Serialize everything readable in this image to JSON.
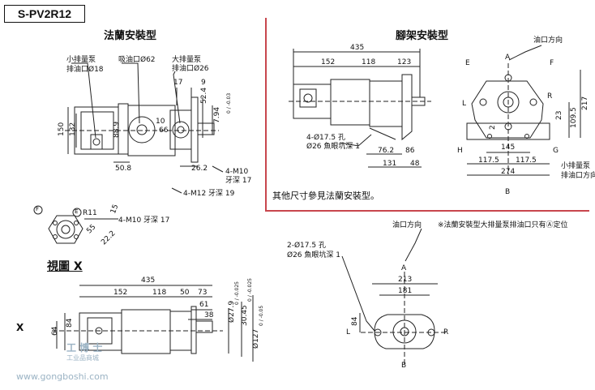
{
  "header": {
    "model": "S-PV2R12"
  },
  "flange": {
    "title": "法蘭安裝型",
    "small_pump_label": [
      "小排量泵",
      "排油口Ø18"
    ],
    "suction_label": "吸油口Ø62",
    "large_pump_label": [
      "大排量泵",
      "排油口Ø26"
    ],
    "dims": {
      "d17": "17",
      "d9": "9",
      "d52_4": "52.4",
      "d7_94": "7.94",
      "d7_94_tol": "0 / -0.03",
      "d150": "150",
      "d132": "132",
      "d88_9": "88.9",
      "d10": "10",
      "d66": "66",
      "d50_8": "50.8",
      "d26_2": "26.2"
    },
    "callouts": {
      "m10": [
        "4-M10",
        "牙深 17"
      ],
      "m12": "4-M12 牙深 19"
    }
  },
  "view_x": {
    "title": "視圖 X",
    "labels": {
      "F": "F",
      "E": "E",
      "R11": "R11",
      "d15": "15",
      "d55": "55",
      "d22_2": "22.2",
      "m10": "4-M10 牙深 17"
    }
  },
  "foot": {
    "title": "腳架安裝型",
    "oil_dir": "油口方向",
    "dims": {
      "d435": "435",
      "d152": "152",
      "d118": "118",
      "d123": "123",
      "d76_2": "76.2",
      "d86": "86",
      "d131": "131",
      "d48": "48",
      "d217": "217",
      "d109_5": "109.5",
      "d23": "23",
      "d2": "2",
      "d145": "145",
      "d117_5a": "117.5",
      "d117_5b": "117.5",
      "d274": "274"
    },
    "hole_note": [
      "4-Ø17.5 孔",
      "Ø26 魚眼坑深 1"
    ],
    "small_pump_label": [
      "小排量泵",
      "排油口方向"
    ],
    "letters": [
      "A",
      "E",
      "F",
      "L",
      "R",
      "H",
      "G",
      "B"
    ],
    "other_note": "其他尺寸參見法蘭安裝型。"
  },
  "bottom_side": {
    "x_marker": "X",
    "dims": {
      "d435": "435",
      "d152": "152",
      "d118": "118",
      "d50": "50",
      "d73": "73",
      "d61": "61",
      "d38": "38",
      "d27_9": "Ø27.9",
      "d27_9_tol": "0 / -0.025",
      "d30_45": "30.45",
      "d30_45_tol": "0 / -0.025",
      "d127": "Ø127",
      "d127_tol": "0 / -0.05",
      "d84": "84",
      "d64": "64"
    }
  },
  "bottom_flange": {
    "oil_dir": "油口方向",
    "note": "※法蘭安裝型大排量泵排油口只有Ⓐ定位",
    "hole_note": [
      "2-Ø17.5 孔",
      "Ø26 魚眼坑深 1"
    ],
    "dims": {
      "d213": "213",
      "d181": "181",
      "d84": "84"
    },
    "letters": [
      "A",
      "L",
      "R",
      "B"
    ]
  },
  "watermark": {
    "brand": "工 博 士",
    "sub": "工业品商城",
    "url": "www.gongboshi.com"
  }
}
